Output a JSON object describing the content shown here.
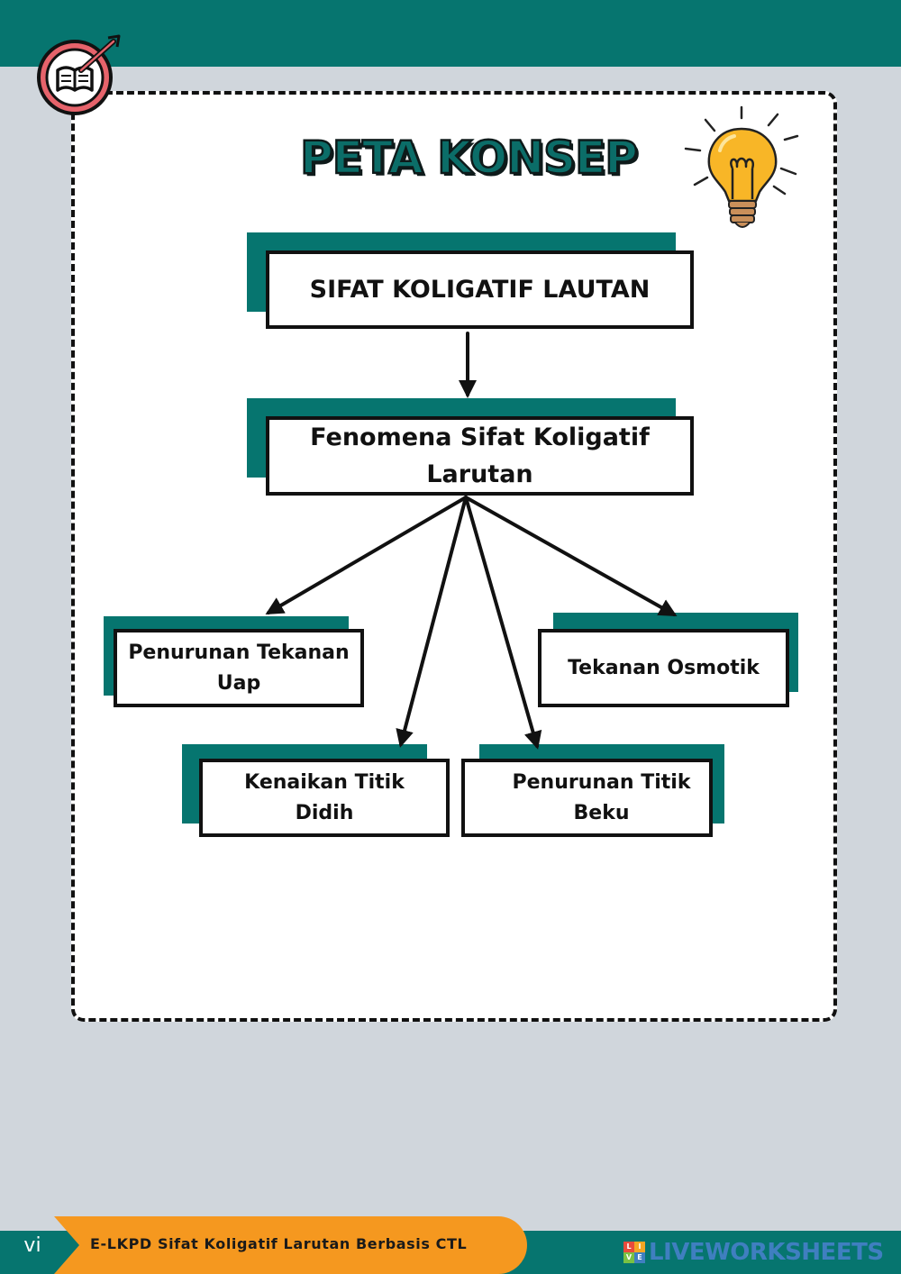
{
  "header": {
    "title": "PETA KONSEP"
  },
  "concept_map": {
    "root": "SIFAT KOLIGATIF LAUTAN",
    "middle": "Fenomena Sifat Koligatif Larutan",
    "leaves": [
      "Penurunan Tekanan Uap",
      "Tekanan Osmotik",
      "Kenaikan Titik Didih",
      "Penurunan Titik Beku"
    ]
  },
  "footer": {
    "page_number": "vi",
    "document_title": "E-LKPD Sifat Koligatif Larutan Berbasis CTL",
    "brand": "LIVEWORKSHEETS",
    "brand_icon_letters": [
      "L",
      "I",
      "V",
      "E"
    ]
  },
  "colors": {
    "teal": "#06756f",
    "orange": "#f5981f",
    "background": "#d0d6dc",
    "badge_red": "#e6636b",
    "bulb_yellow": "#f8b627"
  },
  "icons": [
    "book-target-icon",
    "light-bulb-icon",
    "liveworksheets-logo-icon"
  ]
}
